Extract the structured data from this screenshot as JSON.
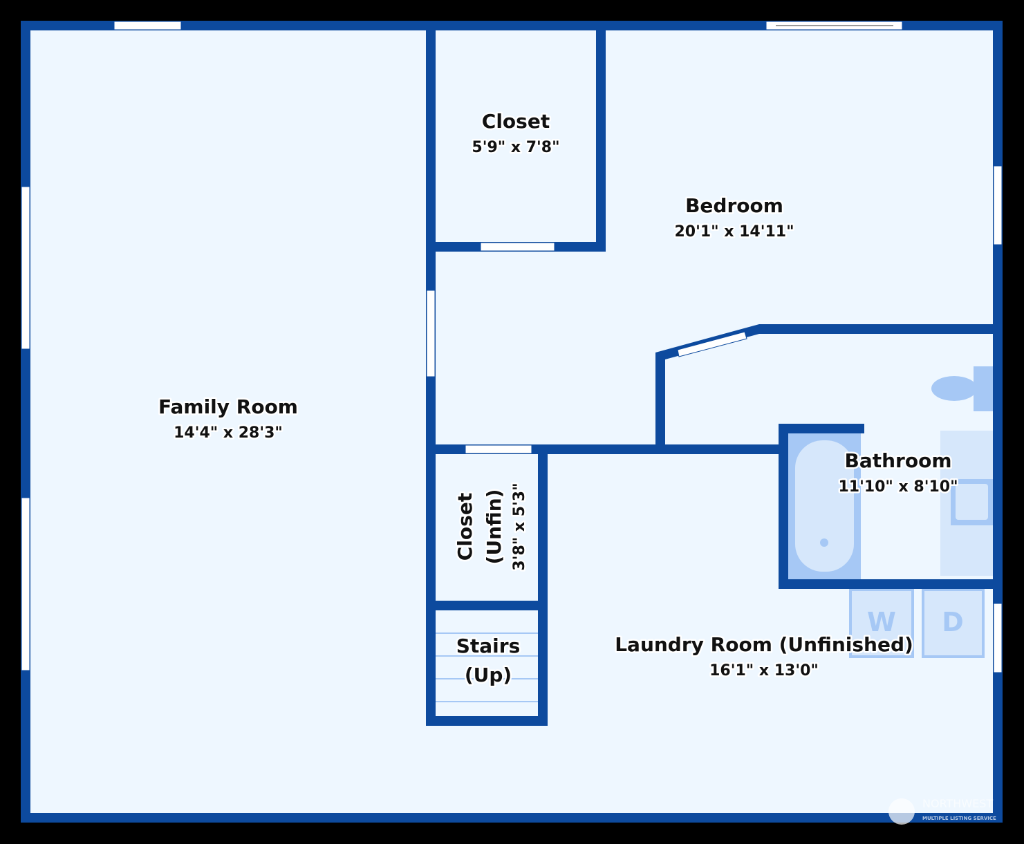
{
  "colors": {
    "wall": "#0d4a9e",
    "floor": "#eef7ff",
    "fixture": "#a6c8f5",
    "fixture_light": "#d6e7fb",
    "background": "#000000"
  },
  "rooms": [
    {
      "name": "Family Room",
      "dims": "14'4\" x 28'3\""
    },
    {
      "name": "Closet",
      "dims": "5'9\" x 7'8\""
    },
    {
      "name": "Bedroom",
      "dims": "20'1\" x 14'11\""
    },
    {
      "name": "Bathroom",
      "dims": "11'10\" x 8'10\""
    },
    {
      "name_line1": "Closet",
      "name_line2": "(Unfin)",
      "dims": "3'8\" x 5'3\""
    },
    {
      "name_line1": "Stairs",
      "name_line2": "(Up)"
    },
    {
      "name": "Laundry Room (Unfinished)",
      "dims": "16'1\" x 13'0\""
    }
  ],
  "fixtures": {
    "washer": "W",
    "dryer": "D"
  },
  "watermark": {
    "line1": "NORTHWEST",
    "line2": "MULTIPLE LISTING SERVICE"
  }
}
